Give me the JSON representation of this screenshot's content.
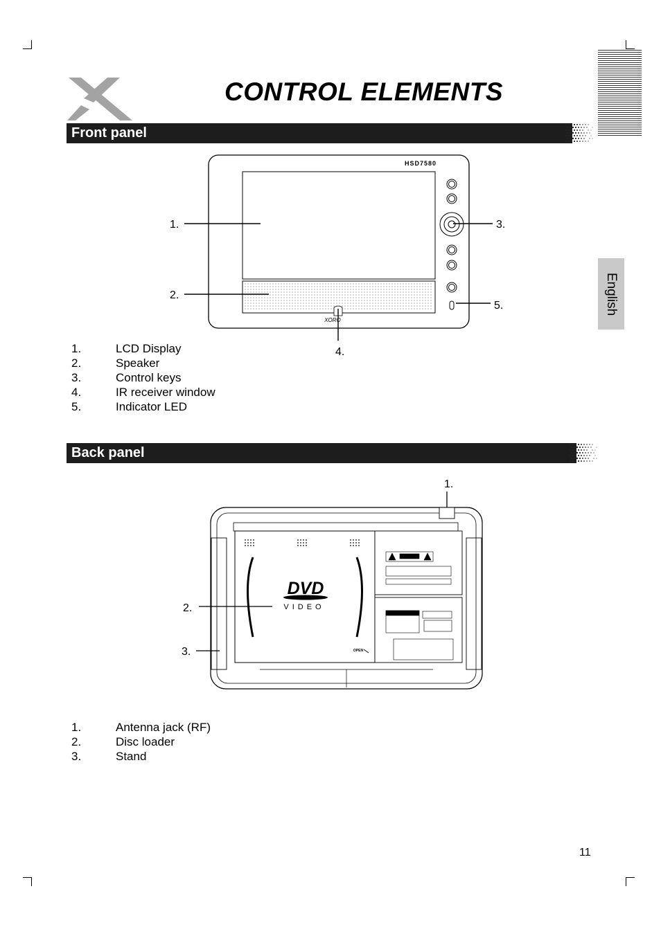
{
  "page": {
    "title": "CONTROL ELEMENTS",
    "language_tab": "English",
    "page_number": "11"
  },
  "front_panel": {
    "heading": "Front panel",
    "model_label": "HSD7580",
    "callouts": [
      "1.",
      "2.",
      "3.",
      "4.",
      "5."
    ],
    "items": [
      {
        "num": "1.",
        "label": "LCD Display"
      },
      {
        "num": "2.",
        "label": "Speaker"
      },
      {
        "num": "3.",
        "label": "Control keys"
      },
      {
        "num": "4.",
        "label": "IR receiver window"
      },
      {
        "num": "5.",
        "label": "Indicator LED"
      }
    ]
  },
  "back_panel": {
    "heading": "Back panel",
    "dvd_logo_text": "DVD",
    "video_text": "VIDEO",
    "open_text": "OPEN",
    "callouts": [
      "1.",
      "2.",
      "3."
    ],
    "items": [
      {
        "num": "1.",
        "label": "Antenna jack (RF)"
      },
      {
        "num": "2.",
        "label": "Disc loader"
      },
      {
        "num": "3.",
        "label": "Stand"
      }
    ]
  }
}
